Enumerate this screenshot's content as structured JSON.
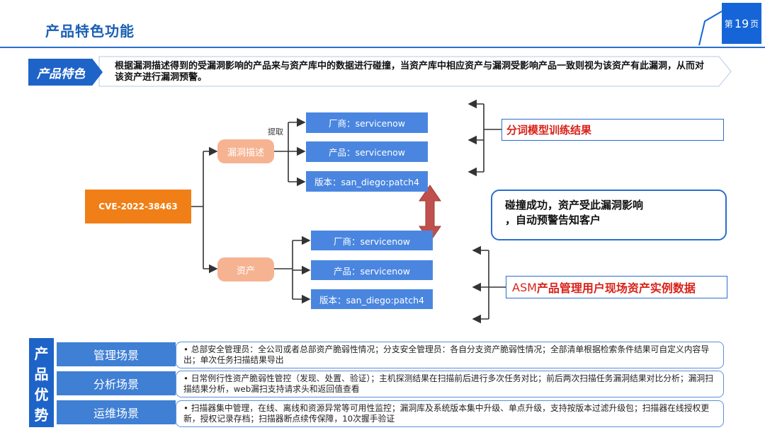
{
  "header": {
    "title": "产品特色功能",
    "page_prefix": "第",
    "page_number": "19",
    "page_suffix": "页"
  },
  "feature": {
    "tag": "产品特色",
    "description": "根据漏洞描述得到的受漏洞影响的产品来与资产库中的数据进行碰撞，当资产库中相应资产与漏洞受影响产品一致则视为该资产有此漏洞，从而对该资产进行漏洞预警。"
  },
  "diagram": {
    "cve": "CVE-2022-38463",
    "extract_label": "提取",
    "vuln_node": "漏洞描述",
    "asset_node": "资产",
    "vuln_items": [
      "厂商：servicenow",
      "产品：servicenow",
      "版本：san_diego:patch4"
    ],
    "asset_items": [
      "厂商：servicenow",
      "产品：servicenow",
      "版本：san_diego:patch4"
    ],
    "top_result": "分词模型训练结果",
    "bottom_result": {
      "prefix": "ASM",
      "suffix": "产品管理用户现场资产实例数据"
    },
    "callout": {
      "line1": "碰撞成功，资产受此漏洞影响",
      "line2": "，自动预警告知客户"
    },
    "colors": {
      "orange": "#f07f17",
      "peach": "#f6b392",
      "blue": "#4a86e0",
      "red": "#d8231a",
      "arrow": "#c0504d"
    }
  },
  "advantages": {
    "side_chars": [
      "产",
      "品",
      "优",
      "势"
    ],
    "scenes": [
      {
        "name": "管理场景",
        "desc": "• 总部安全管理员：全公司或者总部资产脆弱性情况；分支安全管理员：各自分支资产脆弱性情况；全部清单根据检索条件结果可自定义内容导出；单次任务扫描结果导出"
      },
      {
        "name": "分析场景",
        "desc": "• 日常例行性资产脆弱性管控（发现、处置、验证）；主机探测结果在扫描前后进行多次任务对比；前后两次扫描任务漏洞结果对比分析；漏洞扫描结果分析，web漏扫支持请求头和返回值查看"
      },
      {
        "name": "运维场景",
        "desc": "• 扫描器集中管理，在线、离线和资源异常等可用性监控；漏洞库及系统版本集中升级、单点升级，支持按版本过滤升级包；扫描器在线授权更新，授权记录存档；扫描器断点续传保障，10次握手验证"
      }
    ]
  }
}
